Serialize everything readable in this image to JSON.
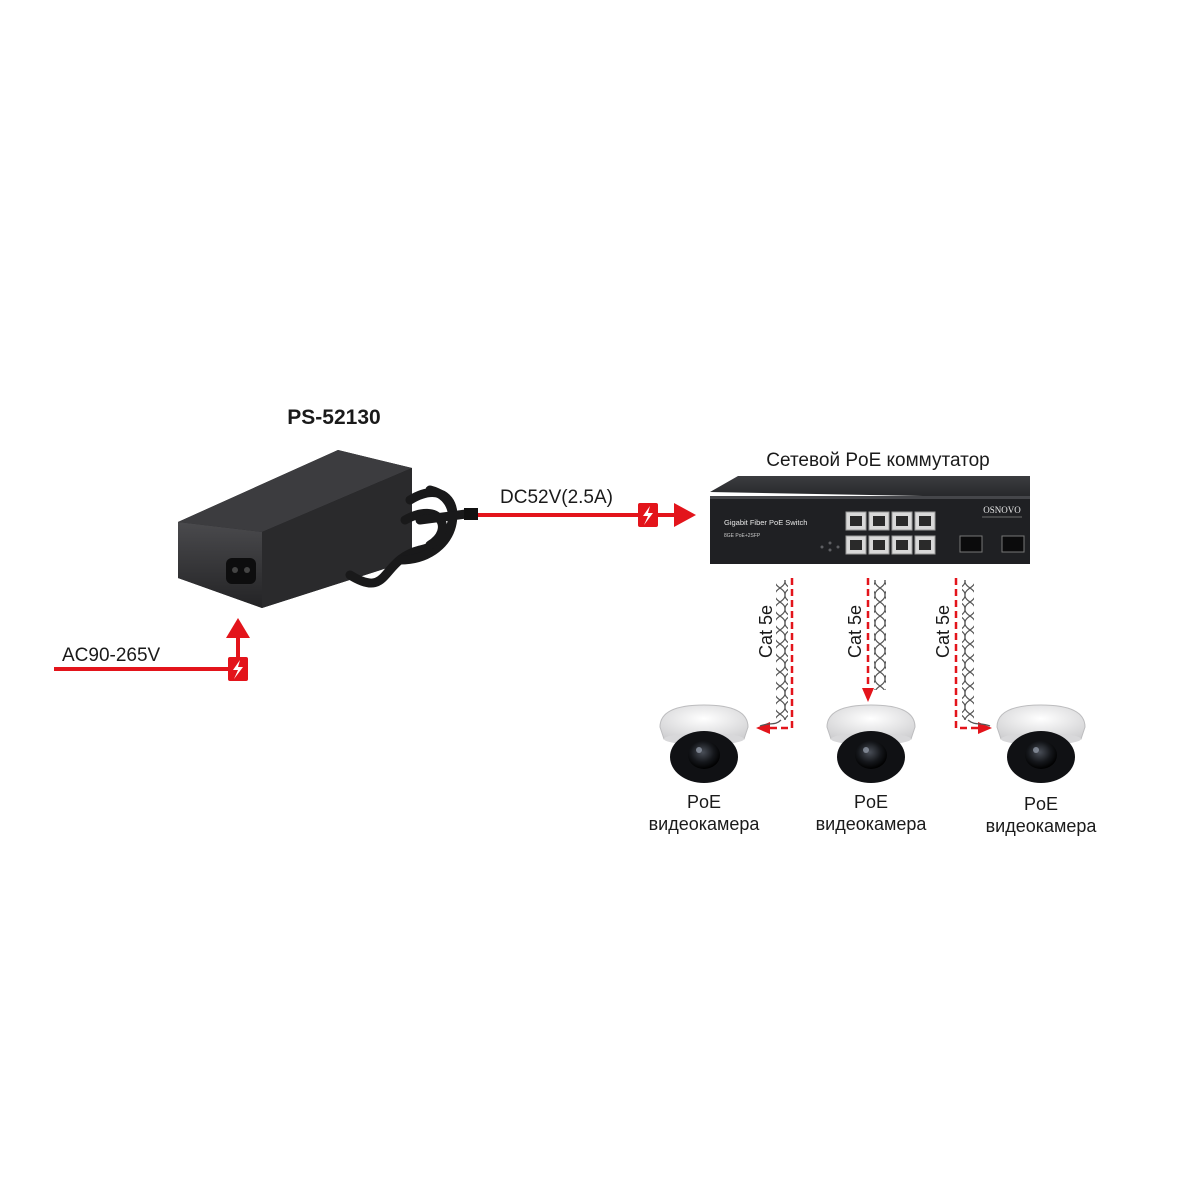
{
  "colors": {
    "power_line": "#e3141b",
    "device_dark": "#2b2b2d",
    "switch_face": "#1f2023",
    "camera_white": "#f1f1f1",
    "label_text": "#1a1a1a"
  },
  "power_supply": {
    "model": "PS-52130",
    "input_label": "AC90-265V",
    "output_label": "DC52V(2.5A)"
  },
  "switch": {
    "title": "Сетевой PoE коммутатор",
    "brand": "OSNOVO",
    "face_title": "Gigabit Fiber PoE Switch",
    "face_subtitle": "8GE PoE+2SFP"
  },
  "cables": [
    {
      "label": "Cat 5e"
    },
    {
      "label": "Cat 5e"
    },
    {
      "label": "Cat 5e"
    }
  ],
  "cameras": [
    {
      "line1": "PoE",
      "line2": "видеокамера"
    },
    {
      "line1": "PoE",
      "line2": "видеокамера"
    },
    {
      "line1": "PoE",
      "line2": "видеокамера"
    }
  ],
  "icons": [
    "lightning-icon",
    "arrow-right-icon",
    "arrow-up-icon",
    "arrow-down-icon",
    "arrow-left-icon"
  ]
}
